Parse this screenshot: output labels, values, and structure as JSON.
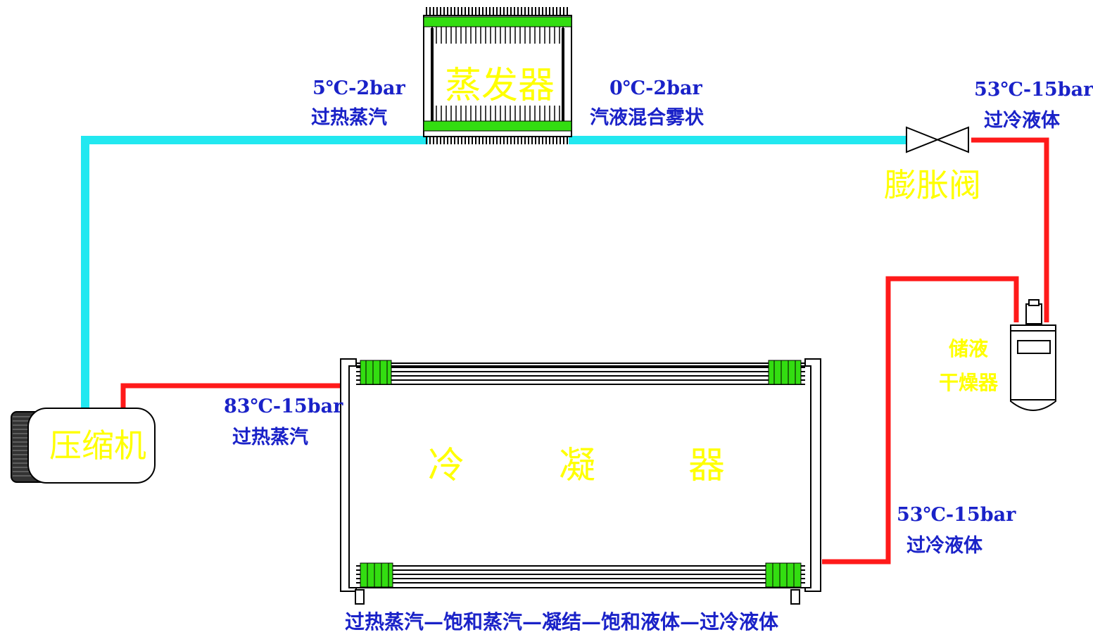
{
  "colors": {
    "low_pressure_line": "#22e8f0",
    "high_pressure_line": "#ff1a1a",
    "component_label": "#ffff00",
    "state_label": "#1a22c8",
    "fin_block": "#33dd11"
  },
  "components": {
    "evaporator": "蒸发器",
    "expansion_valve": "膨胀阀",
    "compressor": "压缩机",
    "condenser": [
      "冷",
      "凝",
      "器"
    ],
    "receiver_drier_line1": "储液",
    "receiver_drier_line2": "干燥器"
  },
  "states": {
    "evap_outlet": {
      "cond": "5℃-2bar",
      "phase": "过热蒸汽"
    },
    "evap_inlet": {
      "cond": "0℃-2bar",
      "phase": "汽液混合雾状"
    },
    "valve_inlet": {
      "cond": "53℃-15bar",
      "phase": "过冷液体"
    },
    "compressor_outlet": {
      "cond": "83℃-15bar",
      "phase": "过热蒸汽"
    },
    "condenser_outlet": {
      "cond": "53℃-15bar",
      "phase": "过冷液体"
    }
  },
  "condenser_process": "过热蒸汽—饱和蒸汽—凝结—饱和液体—过冷液体"
}
